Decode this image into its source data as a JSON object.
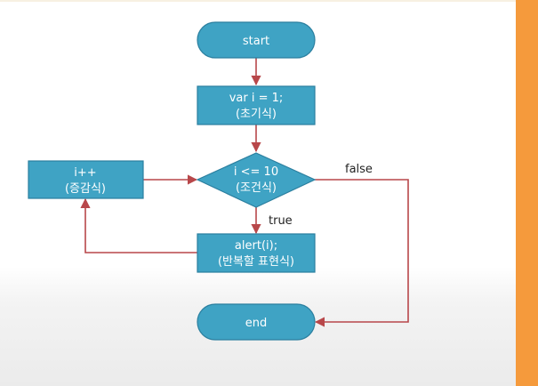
{
  "colors": {
    "node_fill": "#3fa3c4",
    "node_stroke": "#2b7f9f",
    "edge": "#b8474a",
    "accent_strip": "#f59a3c"
  },
  "nodes": {
    "start": {
      "line1": "start"
    },
    "init": {
      "line1": "var i = 1;",
      "line2": "(초기식)"
    },
    "condition": {
      "line1": "i  <= 10",
      "line2": "(조건식)"
    },
    "increment": {
      "line1": "i++",
      "line2": "(증감식)"
    },
    "body": {
      "line1": "alert(i);",
      "line2": "(반복할 표현식)"
    },
    "end": {
      "line1": "end"
    }
  },
  "edges": {
    "false_label": "false",
    "true_label": "true"
  }
}
